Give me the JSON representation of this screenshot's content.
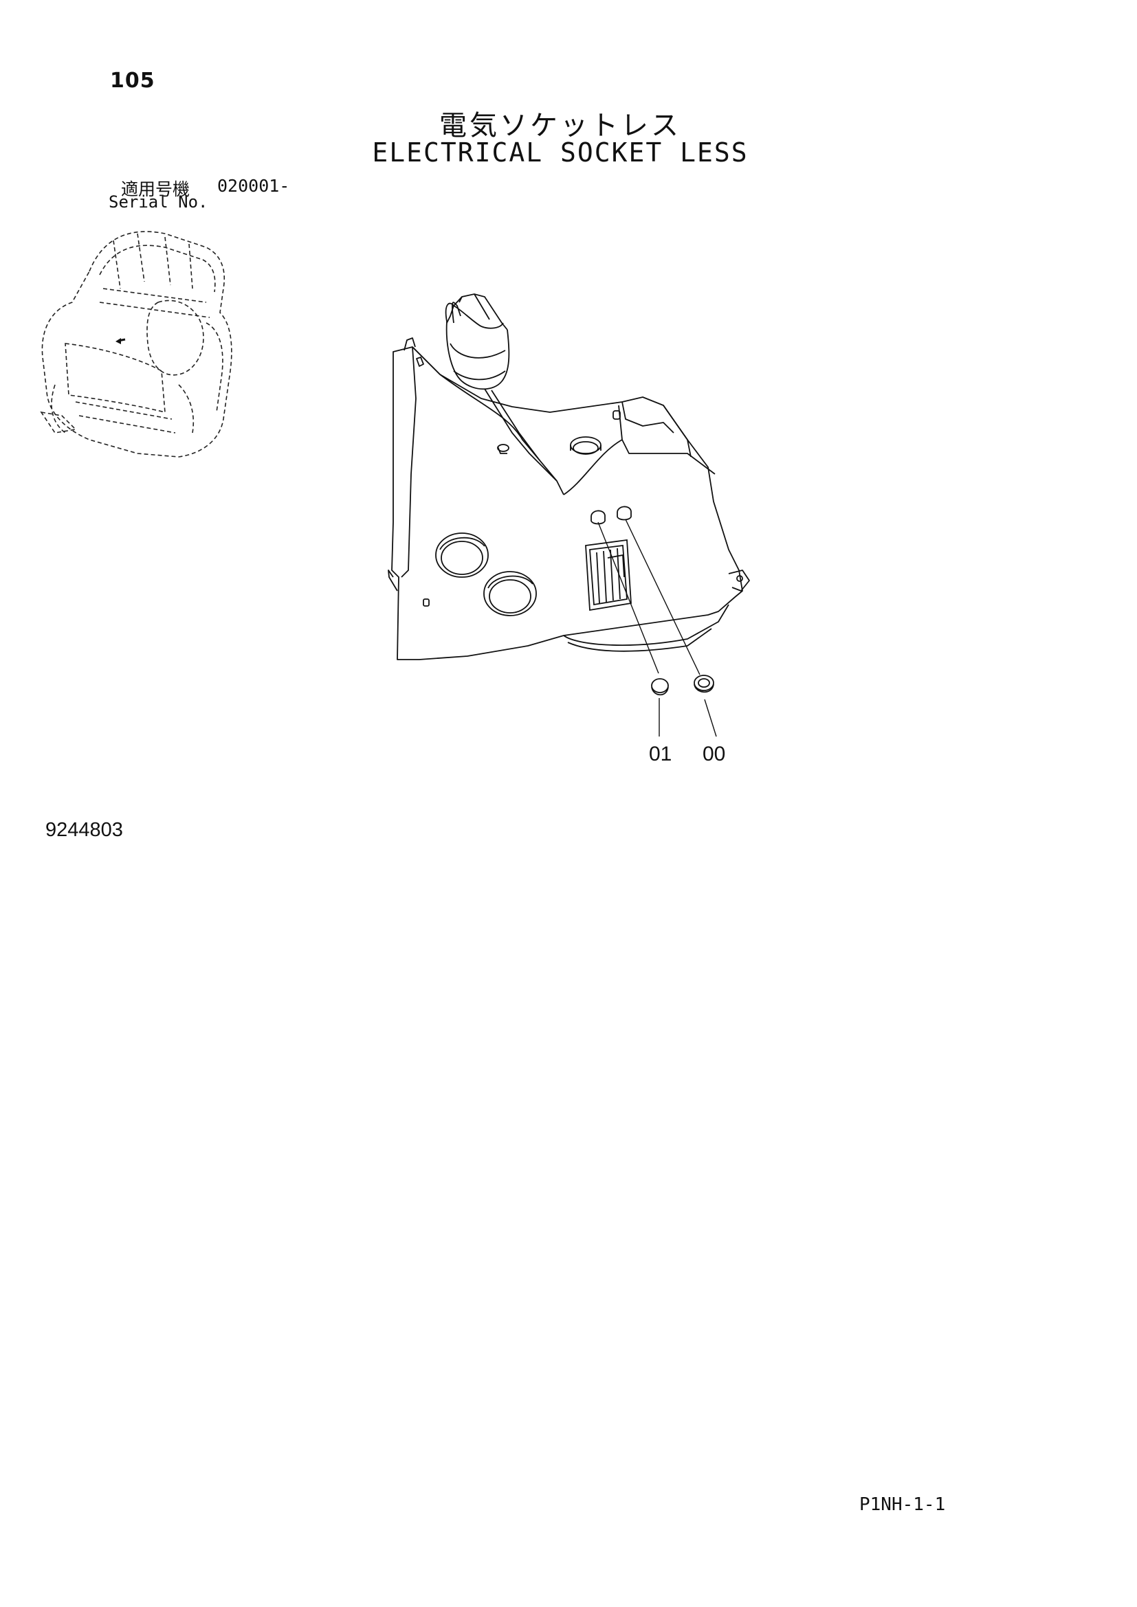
{
  "header": {
    "page_number": "105",
    "title_jp": "電気ソケットレス",
    "title_en": "ELECTRICAL SOCKET LESS"
  },
  "serial": {
    "label_jp": "適用号機",
    "range": "020001-",
    "label_en": "Serial No."
  },
  "callouts": {
    "part_01": "01",
    "part_00": "00"
  },
  "footer": {
    "drawing_number": "9244803",
    "page_code": "P1NH-1-1"
  }
}
